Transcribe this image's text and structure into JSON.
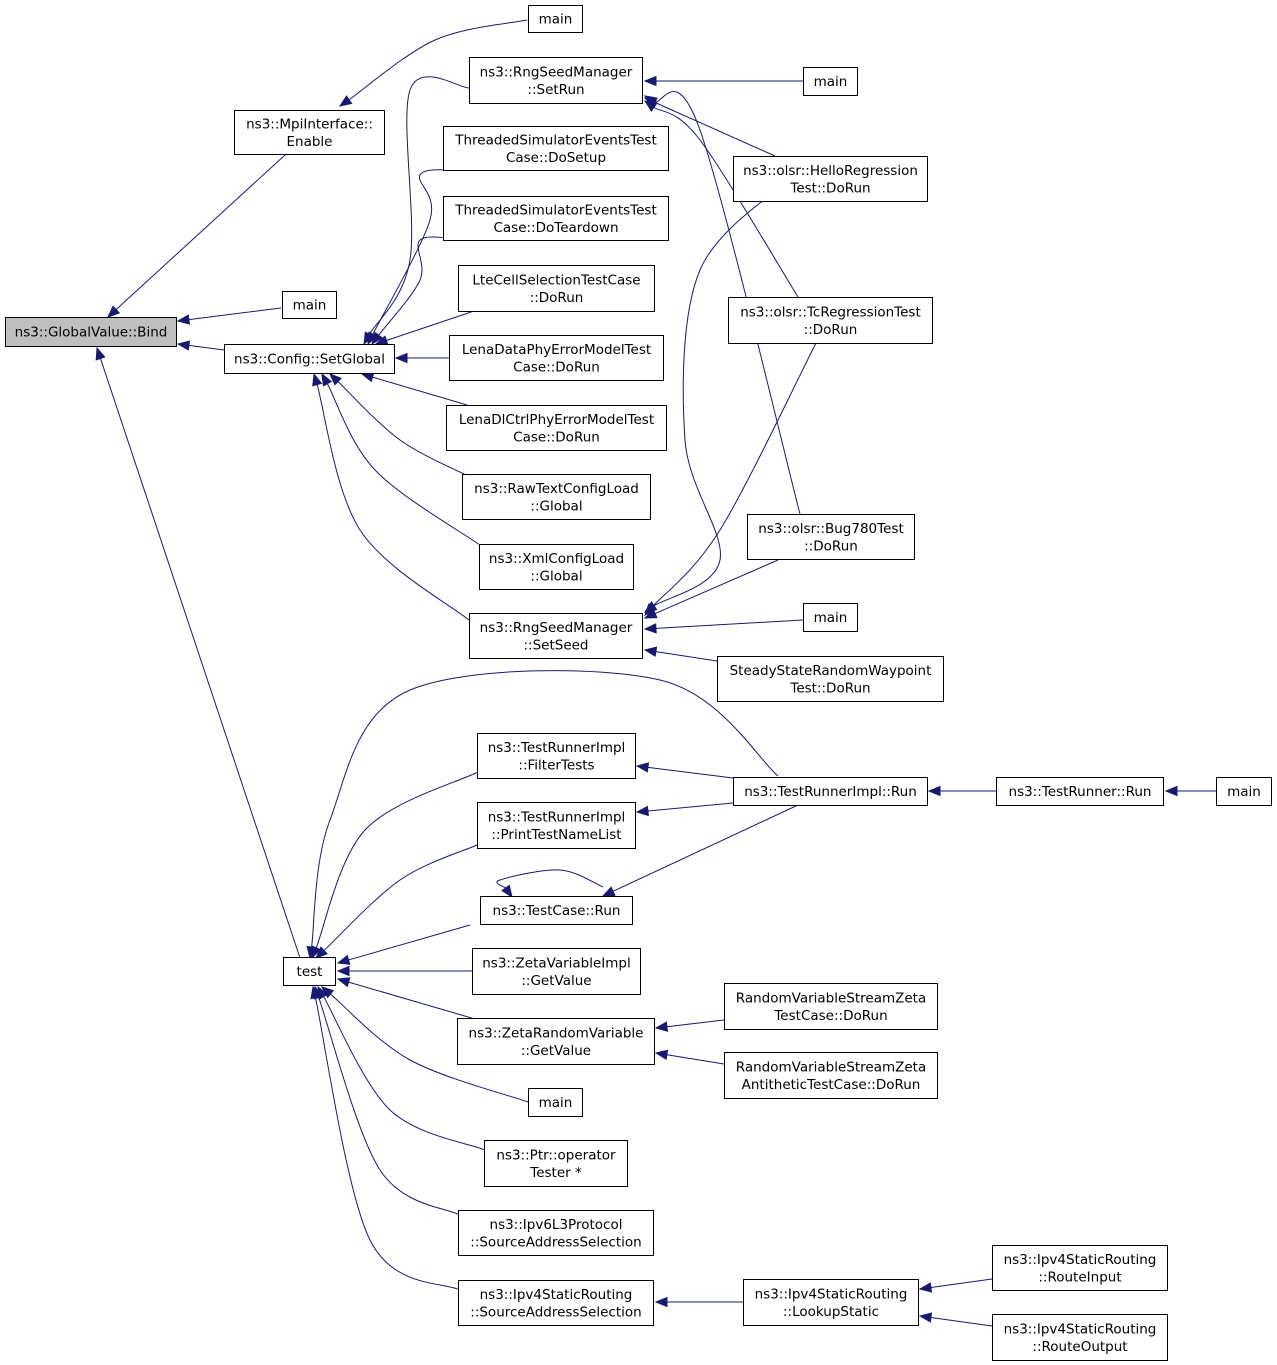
{
  "graph": {
    "arrow_color": "#191970",
    "root_fill": "#bfbfbf",
    "nodes": [
      {
        "id": "bind",
        "lines": [
          "ns3::GlobalValue::Bind"
        ],
        "root": true
      },
      {
        "id": "mpi_enable",
        "lines": [
          "ns3::MpiInterface::",
          "Enable"
        ]
      },
      {
        "id": "main1",
        "lines": [
          "main"
        ]
      },
      {
        "id": "main2",
        "lines": [
          "main"
        ]
      },
      {
        "id": "setglobal",
        "lines": [
          "ns3::Config::SetGlobal"
        ]
      },
      {
        "id": "test",
        "lines": [
          "test"
        ]
      },
      {
        "id": "setrun",
        "lines": [
          "ns3::RngSeedManager",
          "::SetRun"
        ]
      },
      {
        "id": "tse_setup",
        "lines": [
          "ThreadedSimulatorEventsTest",
          "Case::DoSetup"
        ]
      },
      {
        "id": "tse_teardown",
        "lines": [
          "ThreadedSimulatorEventsTest",
          "Case::DoTeardown"
        ]
      },
      {
        "id": "ltecell",
        "lines": [
          "LteCellSelectionTestCase",
          "::DoRun"
        ]
      },
      {
        "id": "lenadata",
        "lines": [
          "LenaDataPhyErrorModelTest",
          "Case::DoRun"
        ]
      },
      {
        "id": "lenadl",
        "lines": [
          "LenaDlCtrlPhyErrorModelTest",
          "Case::DoRun"
        ]
      },
      {
        "id": "rawtext",
        "lines": [
          "ns3::RawTextConfigLoad",
          "::Global"
        ]
      },
      {
        "id": "xmlcfg",
        "lines": [
          "ns3::XmlConfigLoad",
          "::Global"
        ]
      },
      {
        "id": "setseed",
        "lines": [
          "ns3::RngSeedManager",
          "::SetSeed"
        ]
      },
      {
        "id": "main3",
        "lines": [
          "main"
        ]
      },
      {
        "id": "hello",
        "lines": [
          "ns3::olsr::HelloRegression",
          "Test::DoRun"
        ]
      },
      {
        "id": "tcreg",
        "lines": [
          "ns3::olsr::TcRegressionTest",
          "::DoRun"
        ]
      },
      {
        "id": "bug780",
        "lines": [
          "ns3::olsr::Bug780Test",
          "::DoRun"
        ]
      },
      {
        "id": "main4",
        "lines": [
          "main"
        ]
      },
      {
        "id": "steady",
        "lines": [
          "SteadyStateRandomWaypoint",
          "Test::DoRun"
        ]
      },
      {
        "id": "filtertests",
        "lines": [
          "ns3::TestRunnerImpl",
          "::FilterTests"
        ]
      },
      {
        "id": "printlist",
        "lines": [
          "ns3::TestRunnerImpl",
          "::PrintTestNameList"
        ]
      },
      {
        "id": "testcaserun",
        "lines": [
          "ns3::TestCase::Run"
        ]
      },
      {
        "id": "trimplrun",
        "lines": [
          "ns3::TestRunnerImpl::Run"
        ]
      },
      {
        "id": "trrun",
        "lines": [
          "ns3::TestRunner::Run"
        ]
      },
      {
        "id": "main5",
        "lines": [
          "main"
        ]
      },
      {
        "id": "zetavar",
        "lines": [
          "ns3::ZetaVariableImpl",
          "::GetValue"
        ]
      },
      {
        "id": "zetarand",
        "lines": [
          "ns3::ZetaRandomVariable",
          "::GetValue"
        ]
      },
      {
        "id": "rvszeta",
        "lines": [
          "RandomVariableStreamZeta",
          "TestCase::DoRun"
        ]
      },
      {
        "id": "rvszetaanti",
        "lines": [
          "RandomVariableStreamZeta",
          "AntitheticTestCase::DoRun"
        ]
      },
      {
        "id": "main6",
        "lines": [
          "main"
        ]
      },
      {
        "id": "ptrop",
        "lines": [
          "ns3::Ptr::operator",
          "Tester *"
        ]
      },
      {
        "id": "ipv6l3",
        "lines": [
          "ns3::Ipv6L3Protocol",
          "::SourceAddressSelection"
        ]
      },
      {
        "id": "ipv4src",
        "lines": [
          "ns3::Ipv4StaticRouting",
          "::SourceAddressSelection"
        ]
      },
      {
        "id": "lookup",
        "lines": [
          "ns3::Ipv4StaticRouting",
          "::LookupStatic"
        ]
      },
      {
        "id": "routein",
        "lines": [
          "ns3::Ipv4StaticRouting",
          "::RouteInput"
        ]
      },
      {
        "id": "routeout",
        "lines": [
          "ns3::Ipv4StaticRouting",
          "::RouteOutput"
        ]
      }
    ],
    "edges": [
      {
        "from": "mpi_enable",
        "to": "bind"
      },
      {
        "from": "main2",
        "to": "bind"
      },
      {
        "from": "setglobal",
        "to": "bind"
      },
      {
        "from": "test",
        "to": "bind"
      },
      {
        "from": "main1",
        "to": "mpi_enable"
      },
      {
        "from": "setrun",
        "to": "setglobal"
      },
      {
        "from": "tse_setup",
        "to": "setglobal"
      },
      {
        "from": "tse_teardown",
        "to": "setglobal"
      },
      {
        "from": "ltecell",
        "to": "setglobal"
      },
      {
        "from": "lenadata",
        "to": "setglobal"
      },
      {
        "from": "lenadl",
        "to": "setglobal"
      },
      {
        "from": "rawtext",
        "to": "setglobal"
      },
      {
        "from": "xmlcfg",
        "to": "setglobal"
      },
      {
        "from": "setseed",
        "to": "setglobal"
      },
      {
        "from": "main3",
        "to": "setrun"
      },
      {
        "from": "hello",
        "to": "setrun"
      },
      {
        "from": "tcreg",
        "to": "setrun"
      },
      {
        "from": "bug780",
        "to": "setrun"
      },
      {
        "from": "hello",
        "to": "setseed"
      },
      {
        "from": "tcreg",
        "to": "setseed"
      },
      {
        "from": "bug780",
        "to": "setseed"
      },
      {
        "from": "main4",
        "to": "setseed"
      },
      {
        "from": "steady",
        "to": "setseed"
      },
      {
        "from": "filtertests",
        "to": "test"
      },
      {
        "from": "printlist",
        "to": "test"
      },
      {
        "from": "testcaserun",
        "to": "test"
      },
      {
        "from": "zetavar",
        "to": "test"
      },
      {
        "from": "zetarand",
        "to": "test"
      },
      {
        "from": "main6",
        "to": "test"
      },
      {
        "from": "ptrop",
        "to": "test"
      },
      {
        "from": "ipv6l3",
        "to": "test"
      },
      {
        "from": "ipv4src",
        "to": "test"
      },
      {
        "from": "trimplrun",
        "to": "test"
      },
      {
        "from": "trimplrun",
        "to": "filtertests"
      },
      {
        "from": "trimplrun",
        "to": "printlist"
      },
      {
        "from": "trimplrun",
        "to": "testcaserun"
      },
      {
        "from": "testcaserun",
        "to": "testcaserun"
      },
      {
        "from": "trrun",
        "to": "trimplrun"
      },
      {
        "from": "main5",
        "to": "trrun"
      },
      {
        "from": "rvszeta",
        "to": "zetarand"
      },
      {
        "from": "rvszetaanti",
        "to": "zetarand"
      },
      {
        "from": "lookup",
        "to": "ipv4src"
      },
      {
        "from": "routein",
        "to": "lookup"
      },
      {
        "from": "routeout",
        "to": "lookup"
      }
    ]
  }
}
